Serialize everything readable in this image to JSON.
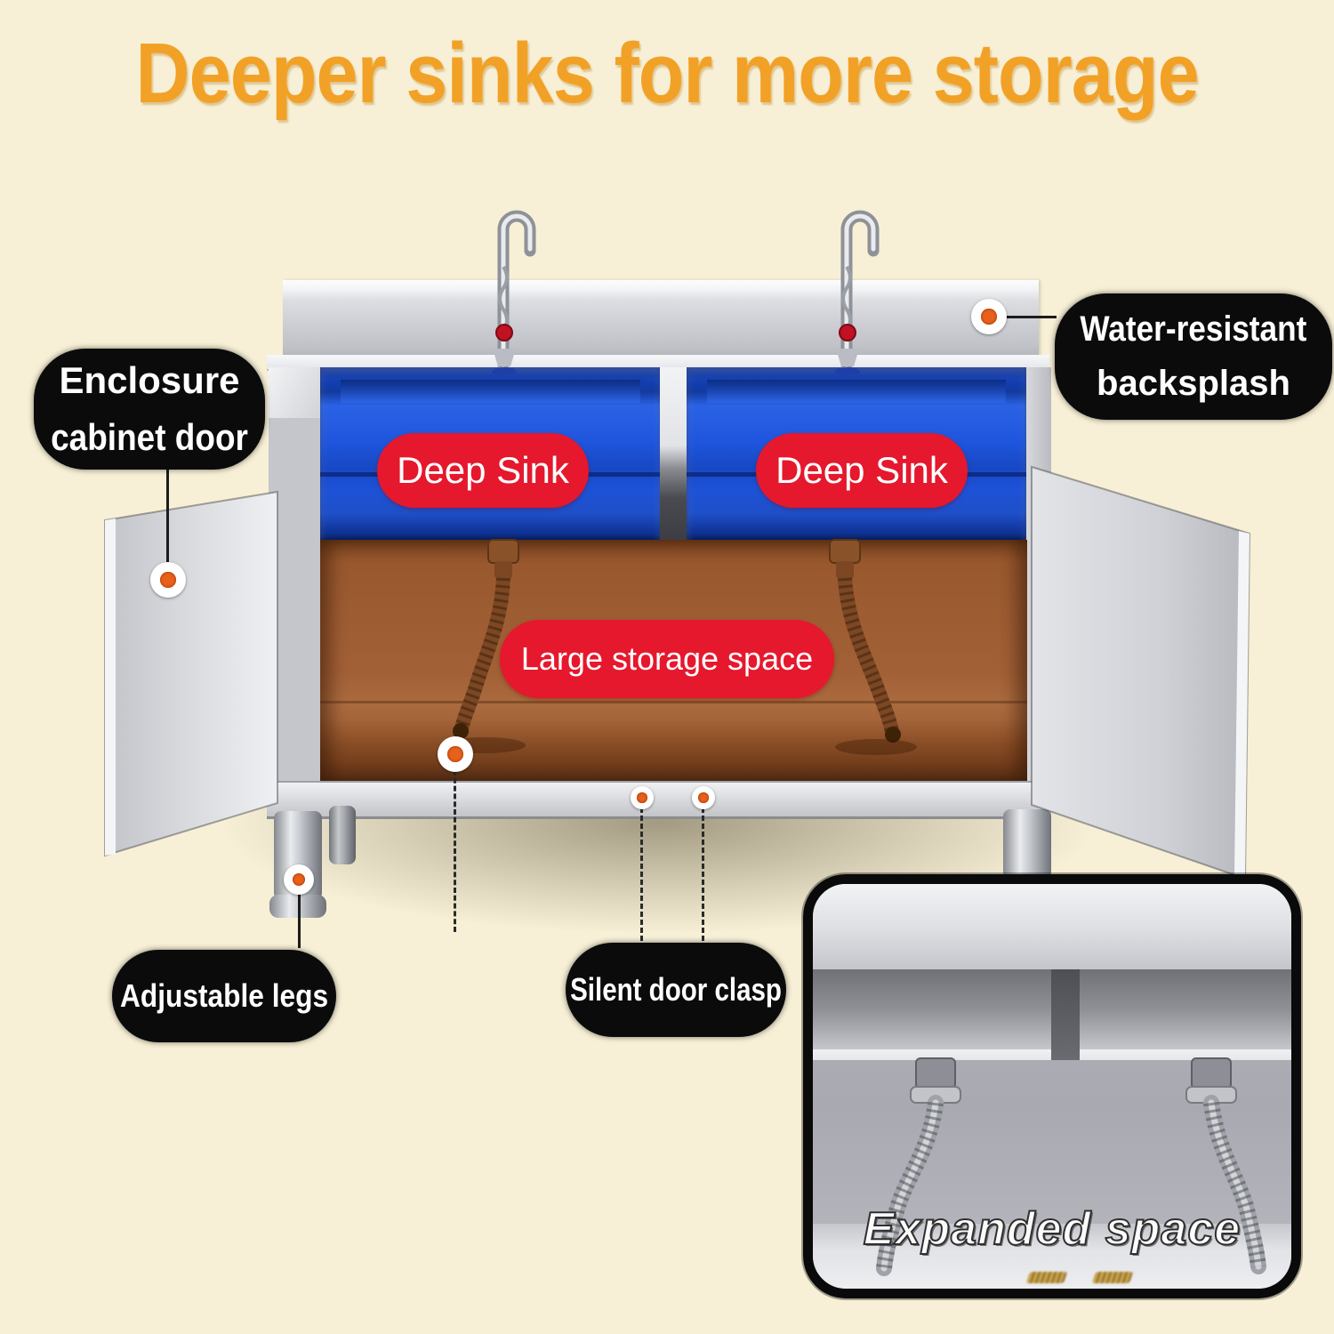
{
  "title": "Deeper sinks for more storage",
  "pills": {
    "deep_sink_left": "Deep Sink",
    "deep_sink_right": "Deep Sink",
    "large_storage": "Large storage space"
  },
  "callouts": {
    "enclosure_door": {
      "line1": "Enclosure",
      "line2": "cabinet door"
    },
    "backsplash": {
      "line1": "Water-resistant",
      "line2": "backsplash"
    },
    "adjustable_legs": {
      "label": "Adjustable legs"
    },
    "silent_door_clasp": {
      "label": "Silent door clasp"
    }
  },
  "inset": {
    "caption": "Expanded space"
  },
  "colors": {
    "background": "#F7F0D6",
    "title": "#F2A127",
    "pill_red": "#E5182D",
    "label_black": "#0B0B0B",
    "sink_blue": "#1D52D8",
    "interior_brown": "#9D5C32",
    "marker_orange": "#E8611C",
    "steel": "#D7D8DC"
  }
}
